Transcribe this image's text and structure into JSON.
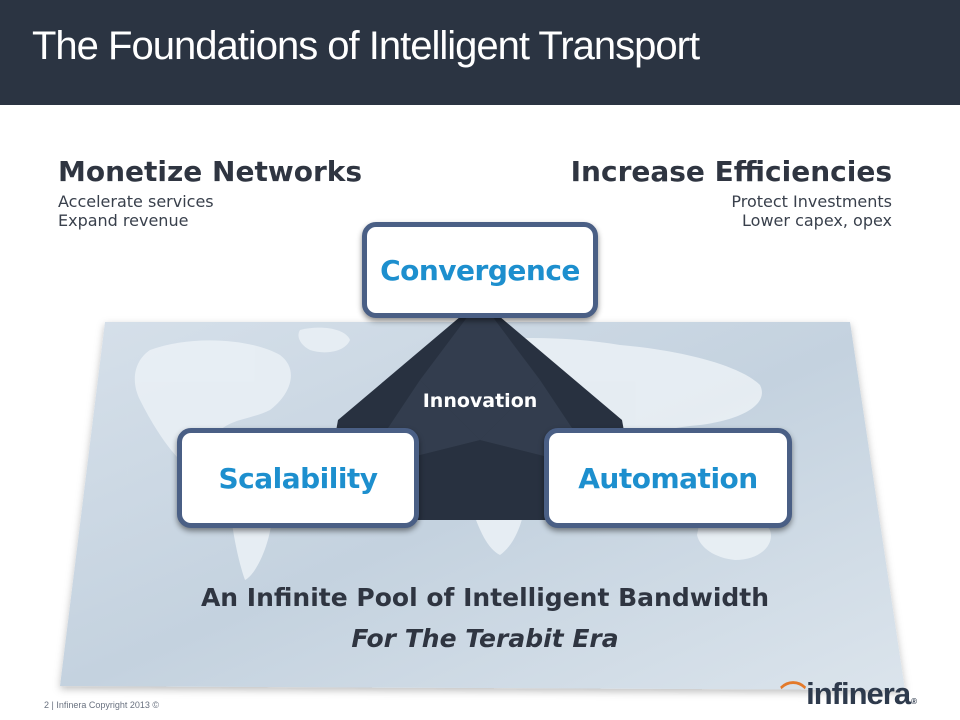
{
  "slide": {
    "title": "The Foundations of Intelligent Transport"
  },
  "left_column": {
    "heading": "Monetize Networks",
    "lines": [
      "Accelerate services",
      "Expand revenue"
    ]
  },
  "right_column": {
    "heading": "Increase Efficiencies",
    "lines": [
      "Protect Investments",
      "Lower capex, opex"
    ]
  },
  "triangle": {
    "center_label": "Innovation",
    "top": "Convergence",
    "bottom_left": "Scalability",
    "bottom_right": "Automation"
  },
  "tagline": {
    "line1": "An Infinite Pool of Intelligent Bandwidth",
    "line2": "For The Terabit Era"
  },
  "footer": {
    "text": "2 | Infinera Copyright 2013 ©"
  },
  "logo": {
    "wordmark": "infinera",
    "registered": "®"
  },
  "colors": {
    "header": "#2b3442",
    "pill_text": "#1d8fce",
    "pill_border": "#4a5f85",
    "triangle": "#283140",
    "map": "#c9d6e2"
  }
}
